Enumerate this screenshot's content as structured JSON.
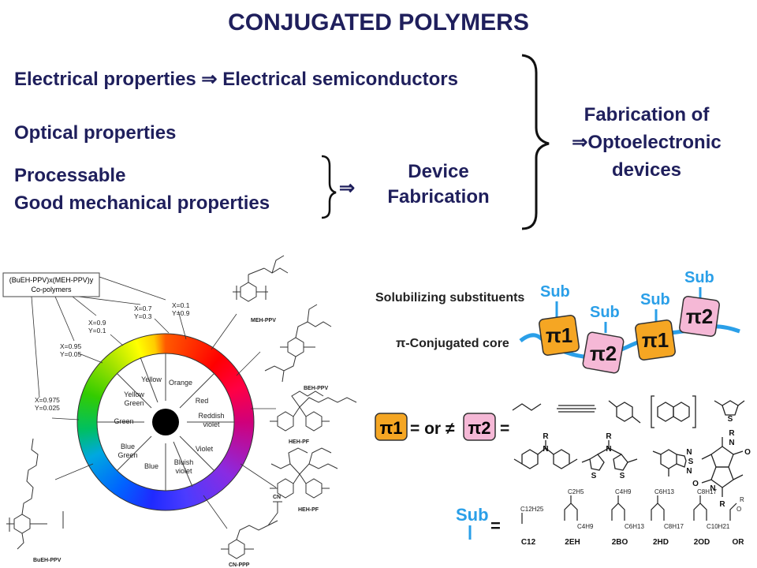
{
  "title": "CONJUGATED POLYMERS",
  "props": {
    "electrical": "Electrical properties ⇒ Electrical semiconductors",
    "optical": "Optical properties",
    "processable": "Processable",
    "mechanical": "Good mechanical properties",
    "arrow": "⇒",
    "device_line1": "Device",
    "device_line2": "Fabrication",
    "fab_line1": "Fabrication of",
    "fab_line2": "⇒Optoelectronic",
    "fab_line3": "devices"
  },
  "wheel": {
    "copolymer_label_1": "(BuEH-PPV)x(MEH-PPV)y",
    "copolymer_label_2": "Co-polymers",
    "ratios": [
      {
        "x": "X=0.1",
        "y": "Y=0.9"
      },
      {
        "x": "X=0.7",
        "y": "Y=0.3"
      },
      {
        "x": "X=0.9",
        "y": "Y=0.1"
      },
      {
        "x": "X=0.95",
        "y": "Y=0.05"
      },
      {
        "x": "X=0.975",
        "y": "Y=0.025"
      }
    ],
    "segments": {
      "yellow": "Yellow",
      "orange": "Orange",
      "yellow_green_1": "Yellow",
      "yellow_green_2": "Green",
      "red": "Red",
      "green": "Green",
      "reddish_violet_1": "Reddish",
      "reddish_violet_2": "violet",
      "blue_green_1": "Blue",
      "blue_green_2": "Green",
      "violet": "Violet",
      "blue": "Blue",
      "bluish_violet_1": "Bluish",
      "bluish_violet_2": "violet"
    },
    "polymers": {
      "meh": "MEH-PPV",
      "beh": "BEH-PPV",
      "hehpf1": "HEH-PF",
      "hehpf2": "HEH-PF",
      "buehppv": "BuEH-PPV",
      "cnppp": "CN-PPP",
      "cn": "CN",
      "n": "n",
      "o": "O"
    }
  },
  "right": {
    "solubilizing": "Solubilizing substituents",
    "core": "π-Conjugated core",
    "sub": "Sub",
    "pi1": "π1",
    "pi2": "π2",
    "eq_middle": "= or ≠",
    "eq_end": "=",
    "eq_sub": "=",
    "atom_s": "S",
    "atom_n": "N",
    "atom_r": "R",
    "atom_o": "O",
    "chains": [
      "C12",
      "2EH",
      "2BO",
      "2HD",
      "2OD",
      "OR"
    ],
    "chain_formulas": {
      "c12": "C12H25",
      "eh_top": "C2H5",
      "eh_side": "C4H9",
      "bo_top": "C4H9",
      "bo_side": "C6H13",
      "hd_top": "C6H13",
      "hd_side": "C8H17",
      "od_top": "C8H17",
      "od_side": "C10H21",
      "or_o": "O",
      "or_r": "R"
    }
  },
  "colors": {
    "navy": "#1f1f5c",
    "pi1_fill": "#f5a623",
    "pi2_fill": "#f5b8d6",
    "sub_blue": "#2a9fe8"
  }
}
